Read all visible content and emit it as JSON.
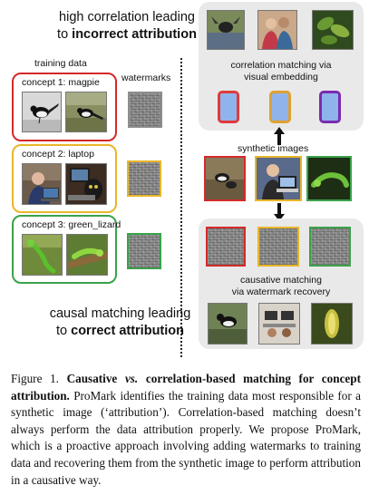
{
  "figure": {
    "top_heading": {
      "prefix": "high correlation leading",
      "middle": "to ",
      "emph": "incorrect attribution"
    },
    "bottom_heading": {
      "prefix": "causal matching leading",
      "middle": "to ",
      "emph": "correct attribution"
    },
    "training_data_label": "training data",
    "watermarks_label": "watermarks",
    "concepts": [
      {
        "label": "concept 1: magpie",
        "color": "#d42a2a"
      },
      {
        "label": "concept 2: laptop",
        "color": "#e8b62a"
      },
      {
        "label": "concept 3: green_lizard",
        "color": "#3aa24a"
      }
    ],
    "top_panel_caption_line1": "correlation matching via",
    "top_panel_caption_line2": "visual embedding",
    "embedding_colors": [
      "#e03a3a",
      "#e0a030",
      "#7a2bb0"
    ],
    "synthetic_images_label": "synthetic images",
    "bottom_panel_caption_line1": "causative matching",
    "bottom_panel_caption_line2": "via watermark recovery"
  },
  "caption": {
    "fig_label": "Figure 1.",
    "bold_title_1": "Causative",
    "italic_vs": "vs.",
    "bold_title_2": "correlation-based matching for concept attribution.",
    "body": "ProMark identifies the training data most responsible for a synthetic image (‘attribution’). Correlation-based matching doesn’t always perform the data attribution properly. We propose ProMark, which is a proactive approach involving adding watermarks to training data and recovering them from the synthetic image to perform attribution in a causative way."
  }
}
